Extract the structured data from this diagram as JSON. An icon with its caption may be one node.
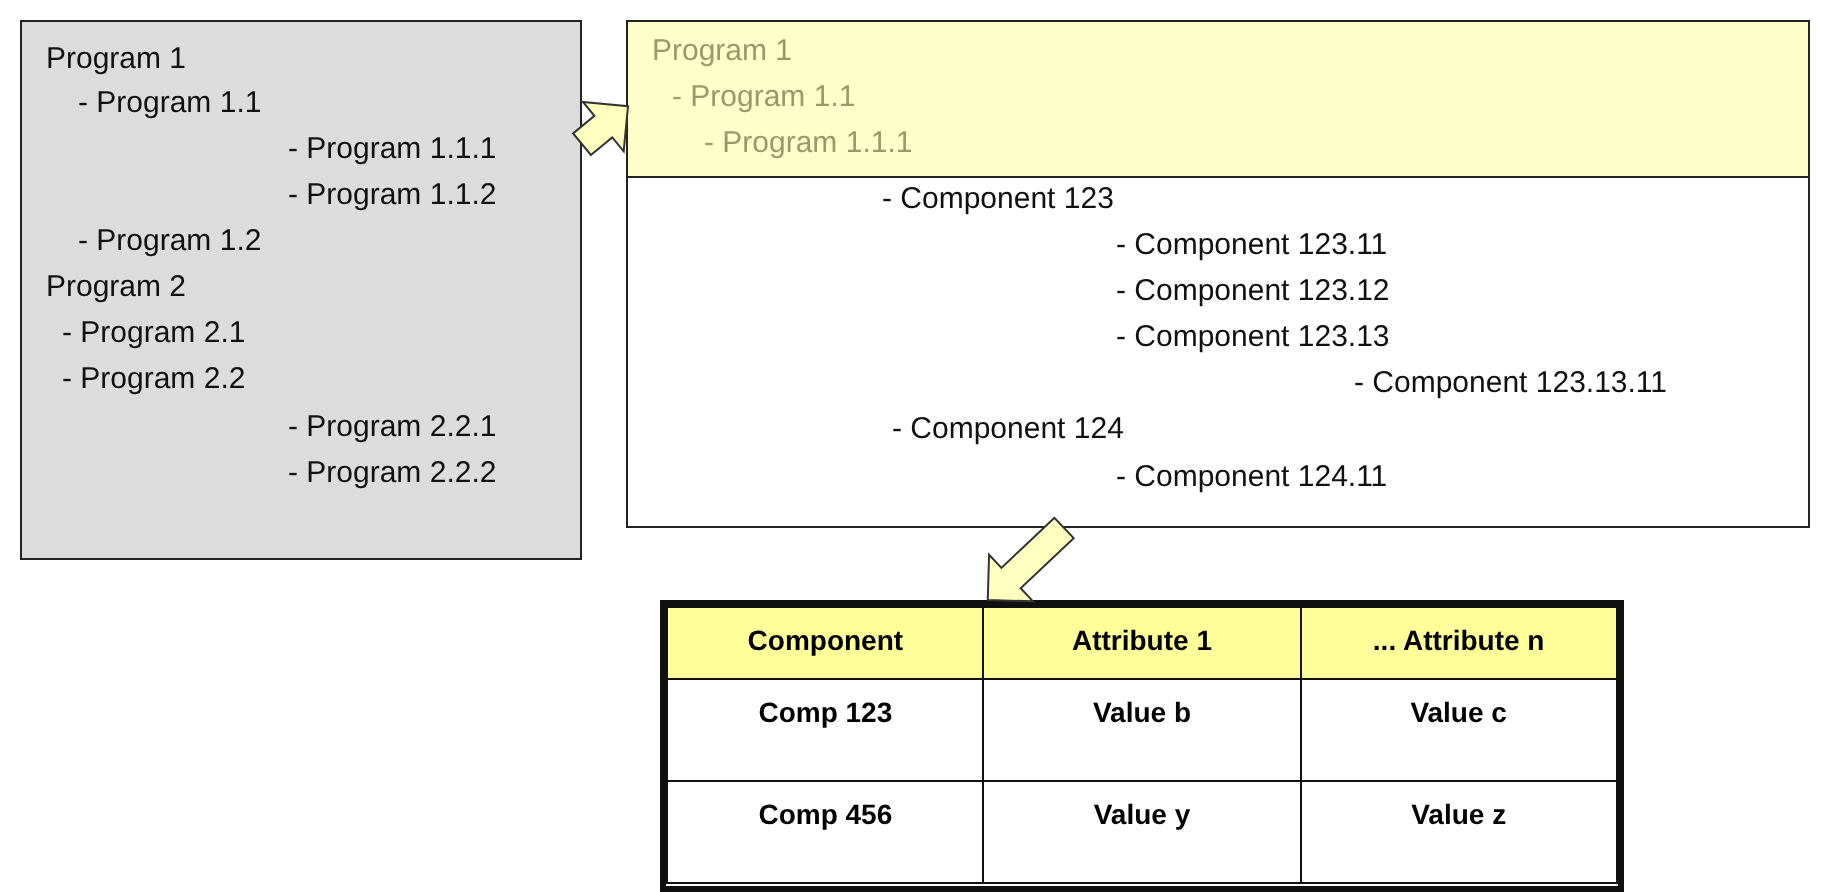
{
  "diagram": {
    "nodes": [
      {
        "text": [
          "Program 1",
          "- Program 1.1",
          "- Program 1.1.1",
          "- Program 1.1.2",
          "- Program 1.2",
          "Program 2",
          "- Program 2.1",
          "- Program 2.2",
          "- Program 2.2.1",
          "- Program 2.2.2"
        ]
      },
      {
        "text": [
          "- Component 123",
          "- Component 123.11",
          "- Component 123.12",
          "- Component 123.13",
          "- Component 123.13.11",
          "- Component 124",
          "- Component 124.11"
        ]
      },
      {
        "text": [
          "Program 1",
          "- Program 1.1",
          "- Program 1.1.1"
        ],
        "in": 1
      },
      {
        "text": [
          "Component",
          "Attribute 1",
          "... Attribute n",
          "Comp 123",
          "Value b",
          "Value c",
          "Comp 456",
          "Value y",
          "Value z"
        ]
      }
    ],
    "edges": [
      {
        "from": 0,
        "to": 2,
        "arrow": "to",
        "style": "thick"
      },
      {
        "from": 1,
        "to": 3,
        "arrow": "to",
        "style": "thick"
      }
    ]
  }
}
